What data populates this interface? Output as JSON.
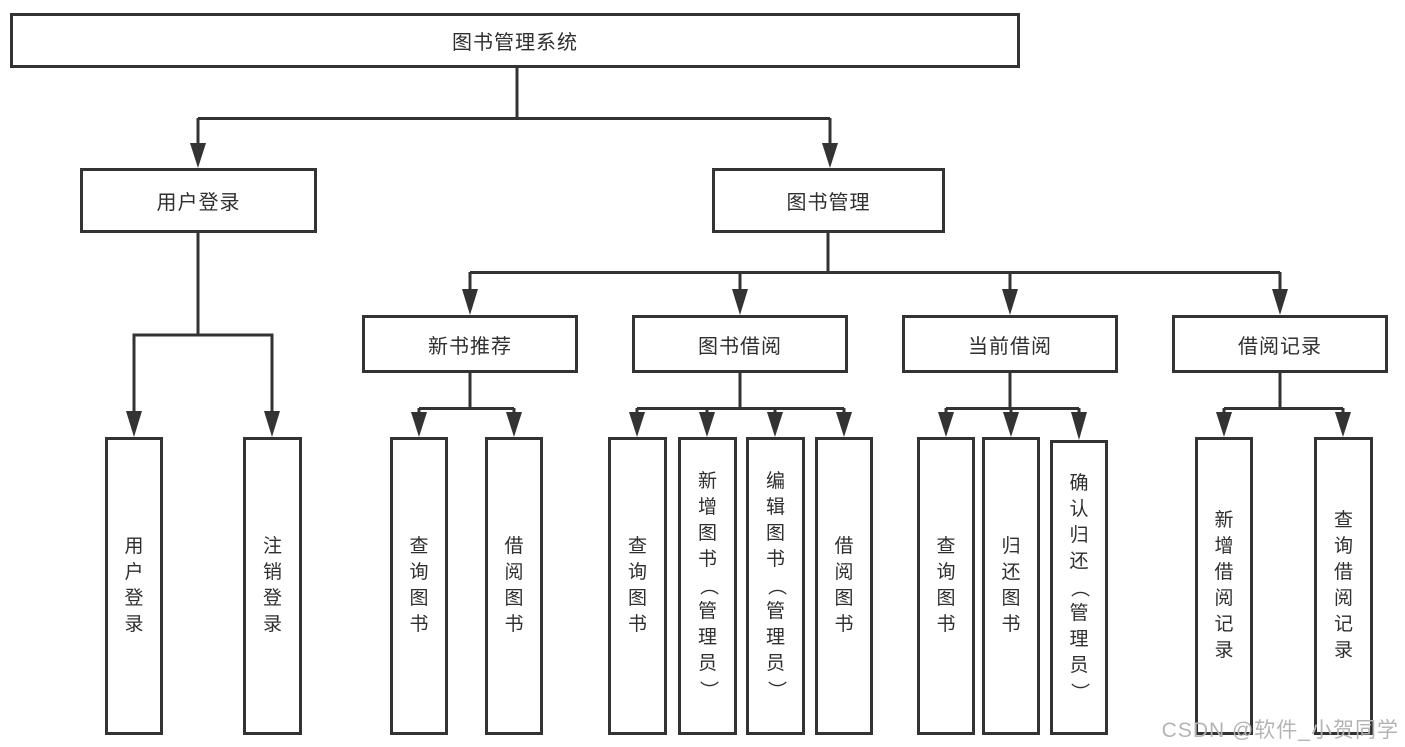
{
  "diagram": {
    "root": {
      "label": "图书管理系统"
    },
    "branches": [
      {
        "label": "用户登录",
        "children": [
          {
            "label": "用户登录"
          },
          {
            "label": "注销登录"
          }
        ]
      },
      {
        "label": "图书管理",
        "sections": [
          {
            "label": "新书推荐",
            "children": [
              {
                "label": "查询图书"
              },
              {
                "label": "借阅图书"
              }
            ]
          },
          {
            "label": "图书借阅",
            "children": [
              {
                "label": "查询图书"
              },
              {
                "label": "新增图书（管理员）"
              },
              {
                "label": "编辑图书（管理员）"
              },
              {
                "label": "借阅图书"
              }
            ]
          },
          {
            "label": "当前借阅",
            "children": [
              {
                "label": "查询图书"
              },
              {
                "label": "归还图书"
              },
              {
                "label": "确认归还（管理员）"
              }
            ]
          },
          {
            "label": "借阅记录",
            "children": [
              {
                "label": "新增借阅记录"
              },
              {
                "label": "查询借阅记录"
              }
            ]
          }
        ]
      }
    ]
  },
  "watermark": {
    "text": "CSDN @软件_小贺同学"
  },
  "colors": {
    "line": "#333333",
    "text": "#2f2f2f",
    "watermark": "#b4b4b4",
    "background": "#ffffff"
  }
}
